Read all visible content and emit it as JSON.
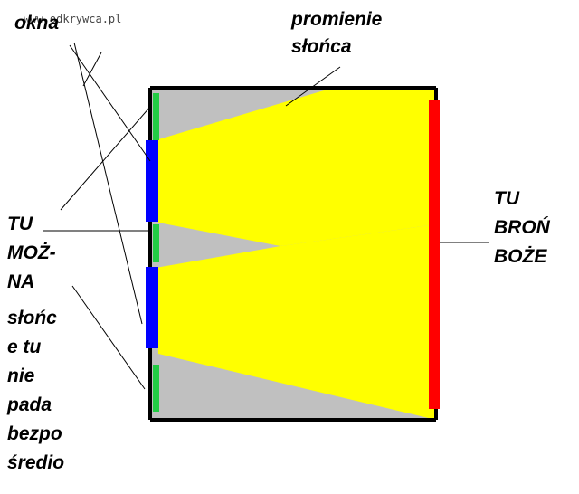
{
  "watermark": "www.odkrywca.pl",
  "labels": {
    "okna": "okna",
    "sun_rays_line1": "promienie",
    "sun_rays_line2": "słońca",
    "here_can_1": "TU",
    "here_can_2": "MOŻ-",
    "here_can_3": "NA",
    "indirect_1": "słońc",
    "indirect_2": "e tu",
    "indirect_3": "nie",
    "indirect_4": "pada",
    "indirect_5": "bezpo",
    "indirect_6": "średio",
    "forbid_1": "TU",
    "forbid_2": "BROŃ",
    "forbid_3": "BOŻE"
  },
  "colors": {
    "wall": "#000000",
    "window": "#0000ff",
    "sun": "#ffff00",
    "shade": "#c0c0c0",
    "allowed_zone": "#22cc44",
    "forbidden_zone": "#ff0000",
    "background": "#ffffff"
  }
}
